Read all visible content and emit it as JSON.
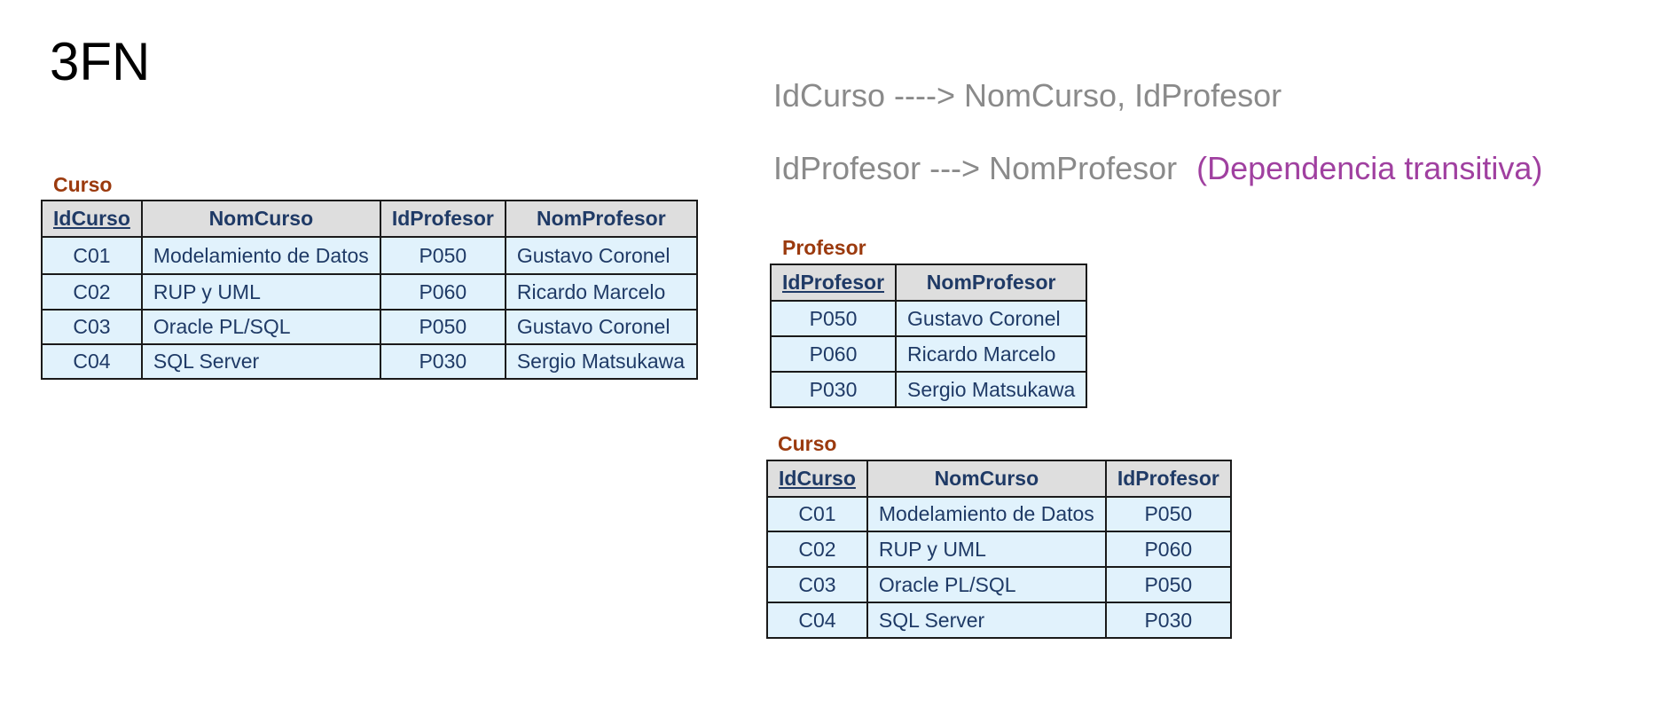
{
  "title": "3FN",
  "dependencies": [
    {
      "text": "IdCurso ----> NomCurso, IdProfesor",
      "note": ""
    },
    {
      "text": "IdProfesor --->  NomProfesor",
      "note": "(Dependencia transitiva)"
    }
  ],
  "tables": {
    "original": {
      "title": "Curso",
      "headers": [
        "IdCurso",
        "NomCurso",
        "IdProfesor",
        "NomProfesor"
      ],
      "rows": [
        [
          "C01",
          "Modelamiento de Datos",
          "P050",
          "Gustavo Coronel"
        ],
        [
          "C02",
          "RUP y UML",
          "P060",
          "Ricardo Marcelo"
        ],
        [
          "C03",
          "Oracle PL/SQL",
          "P050",
          "Gustavo Coronel"
        ],
        [
          "C04",
          "SQL Server",
          "P030",
          "Sergio Matsukawa"
        ]
      ]
    },
    "profesor": {
      "title": "Profesor",
      "headers": [
        "IdProfesor",
        "NomProfesor"
      ],
      "rows": [
        [
          "P050",
          "Gustavo Coronel"
        ],
        [
          "P060",
          "Ricardo Marcelo"
        ],
        [
          "P030",
          "Sergio Matsukawa"
        ]
      ]
    },
    "curso": {
      "title": "Curso",
      "headers": [
        "IdCurso",
        "NomCurso",
        "IdProfesor"
      ],
      "rows": [
        [
          "C01",
          "Modelamiento de Datos",
          "P050"
        ],
        [
          "C02",
          "RUP y UML",
          "P060"
        ],
        [
          "C03",
          "Oracle PL/SQL",
          "P050"
        ],
        [
          "C04",
          "SQL Server",
          "P030"
        ]
      ]
    }
  }
}
